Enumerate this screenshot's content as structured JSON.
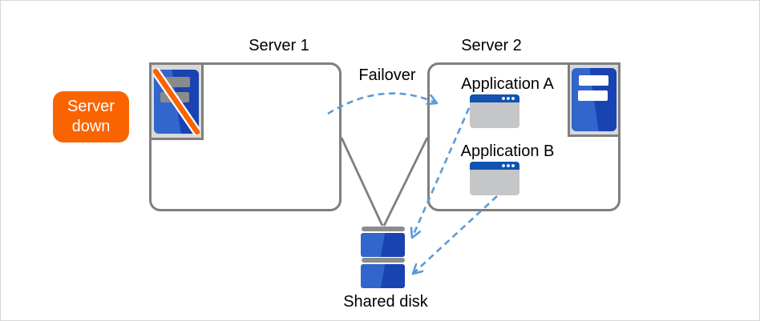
{
  "labels": {
    "server1": "Server 1",
    "server2": "Server 2",
    "failover": "Failover",
    "application_a": "Application A",
    "application_b": "Application B",
    "shared_disk": "Shared disk",
    "server_down": "Server down"
  },
  "icons": {
    "server1": "crossed-out-server-icon",
    "server2": "server-icon",
    "application_a": "app-window-icon",
    "application_b": "app-window-icon",
    "shared_disk": "disk-stack-icon"
  },
  "colors": {
    "badge_orange": "#FA6400",
    "slash_orange": "#FA6400",
    "connector_blue": "#5B9BD5",
    "server_blue_light": "#3366CC",
    "server_blue_dark": "#1A43B2",
    "window_titlebar_blue": "#1252B0",
    "window_body_gray": "#C5C6C7",
    "line_gray": "#7F7F7F",
    "icon_panel_gray": "#D9D9D9",
    "disk_cap_gray": "#8C8C8C",
    "text_black": "#000000"
  }
}
